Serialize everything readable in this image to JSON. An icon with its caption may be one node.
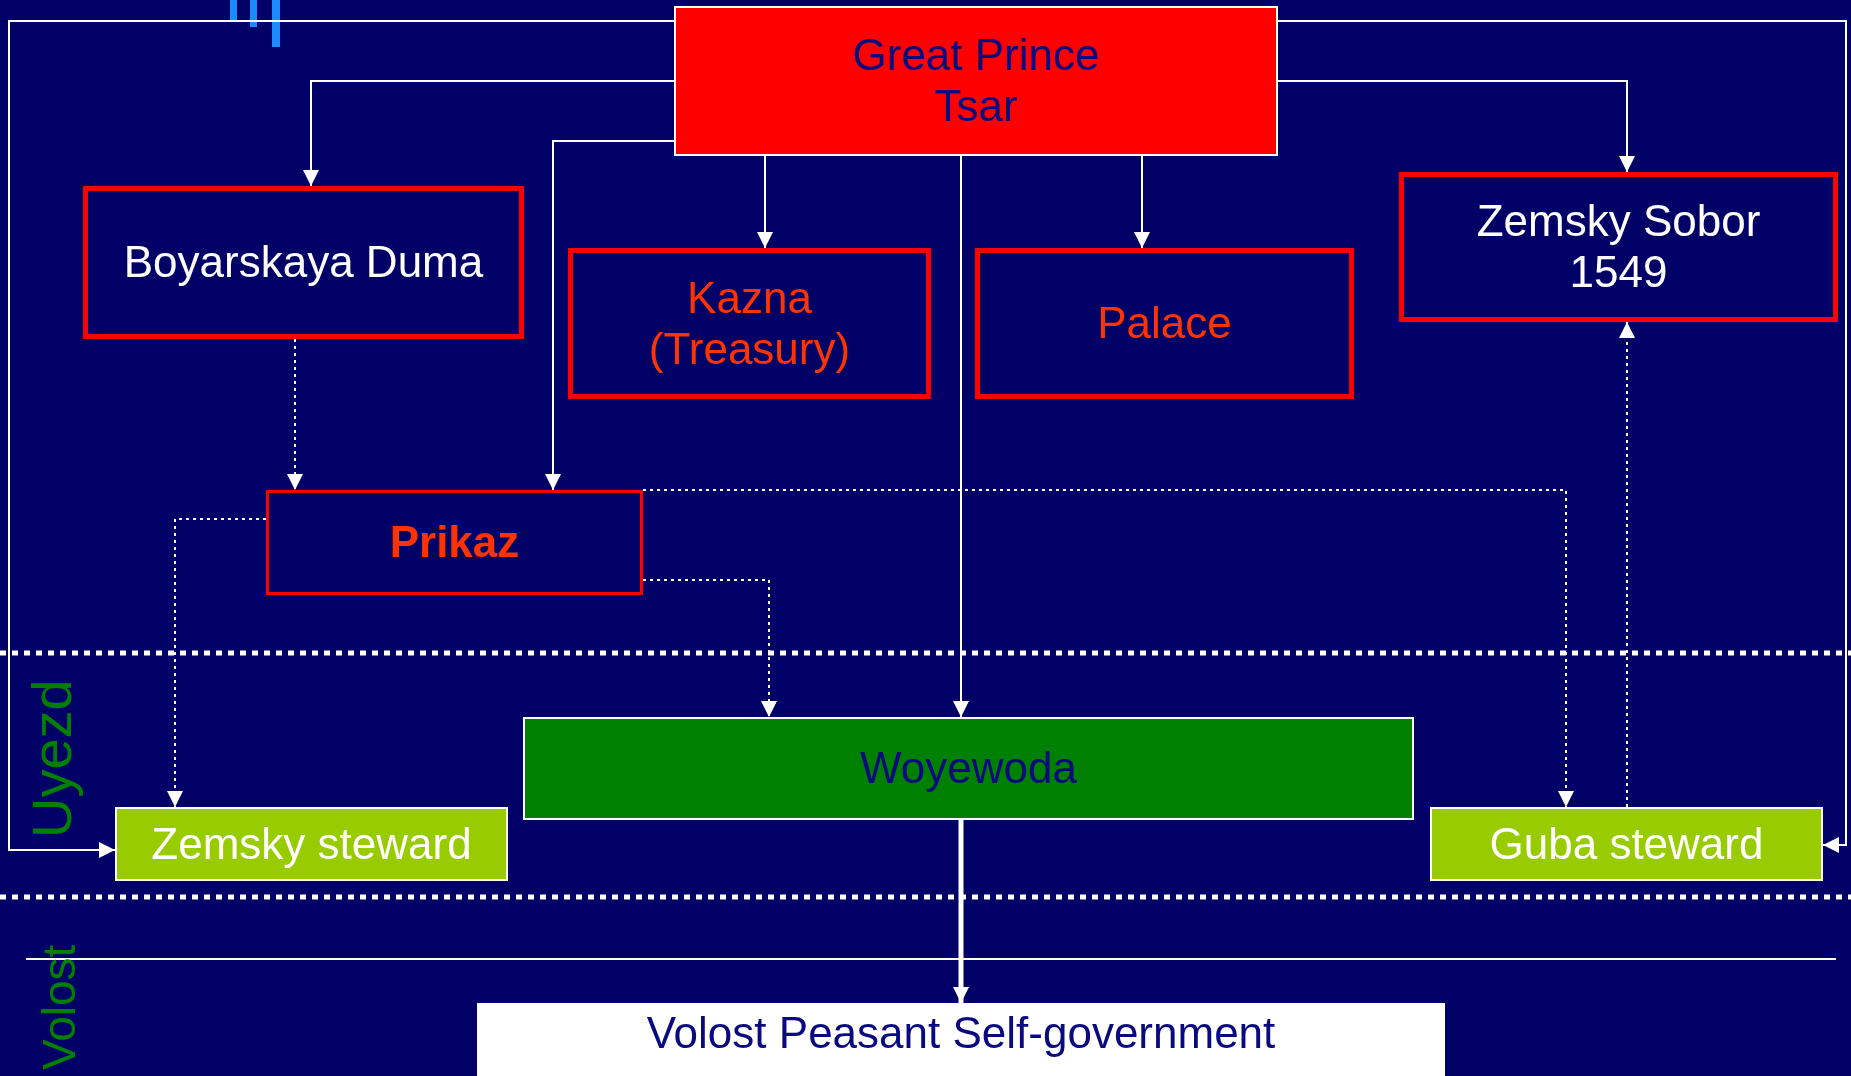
{
  "diagram": {
    "nodes": [
      {
        "text": [
          "Great Prince Tsar"
        ]
      },
      {
        "text": [
          "Boyarskaya Duma"
        ]
      },
      {
        "text": [
          "Kazna (Treasury)"
        ]
      },
      {
        "text": [
          "Palace"
        ]
      },
      {
        "text": [
          "Zemsky Sobor 1549"
        ]
      },
      {
        "text": [
          "Prikaz"
        ]
      },
      {
        "text": [
          "Woyewoda"
        ]
      },
      {
        "text": [
          "Zemsky steward"
        ]
      },
      {
        "text": [
          "Guba steward"
        ]
      },
      {
        "text": [
          "Volost Peasant Self-government"
        ]
      }
    ],
    "edges": [
      {
        "from": 0,
        "to": 1,
        "arrow": "to"
      },
      {
        "from": 0,
        "to": 2,
        "arrow": "to"
      },
      {
        "from": 0,
        "to": 3,
        "arrow": "to"
      },
      {
        "from": 0,
        "to": 4,
        "arrow": "to"
      },
      {
        "from": 0,
        "to": 5,
        "arrow": "to"
      },
      {
        "from": 0,
        "to": 6,
        "arrow": "to"
      },
      {
        "from": 0,
        "to": 7,
        "arrow": "to"
      },
      {
        "from": 0,
        "to": 8,
        "arrow": "to"
      },
      {
        "from": 1,
        "to": 5,
        "arrow": "to",
        "style": "dashed"
      },
      {
        "from": 5,
        "to": 7,
        "arrow": "to",
        "style": "dashed"
      },
      {
        "from": 5,
        "to": 6,
        "arrow": "to",
        "style": "dashed"
      },
      {
        "from": 5,
        "to": 8,
        "arrow": "to",
        "style": "dashed"
      },
      {
        "from": 8,
        "to": 4,
        "arrow": "to",
        "style": "dashed"
      },
      {
        "from": 6,
        "to": 9,
        "arrow": "to",
        "style": "thick"
      }
    ],
    "labels": [
      "Uyezd",
      "Volost"
    ]
  }
}
